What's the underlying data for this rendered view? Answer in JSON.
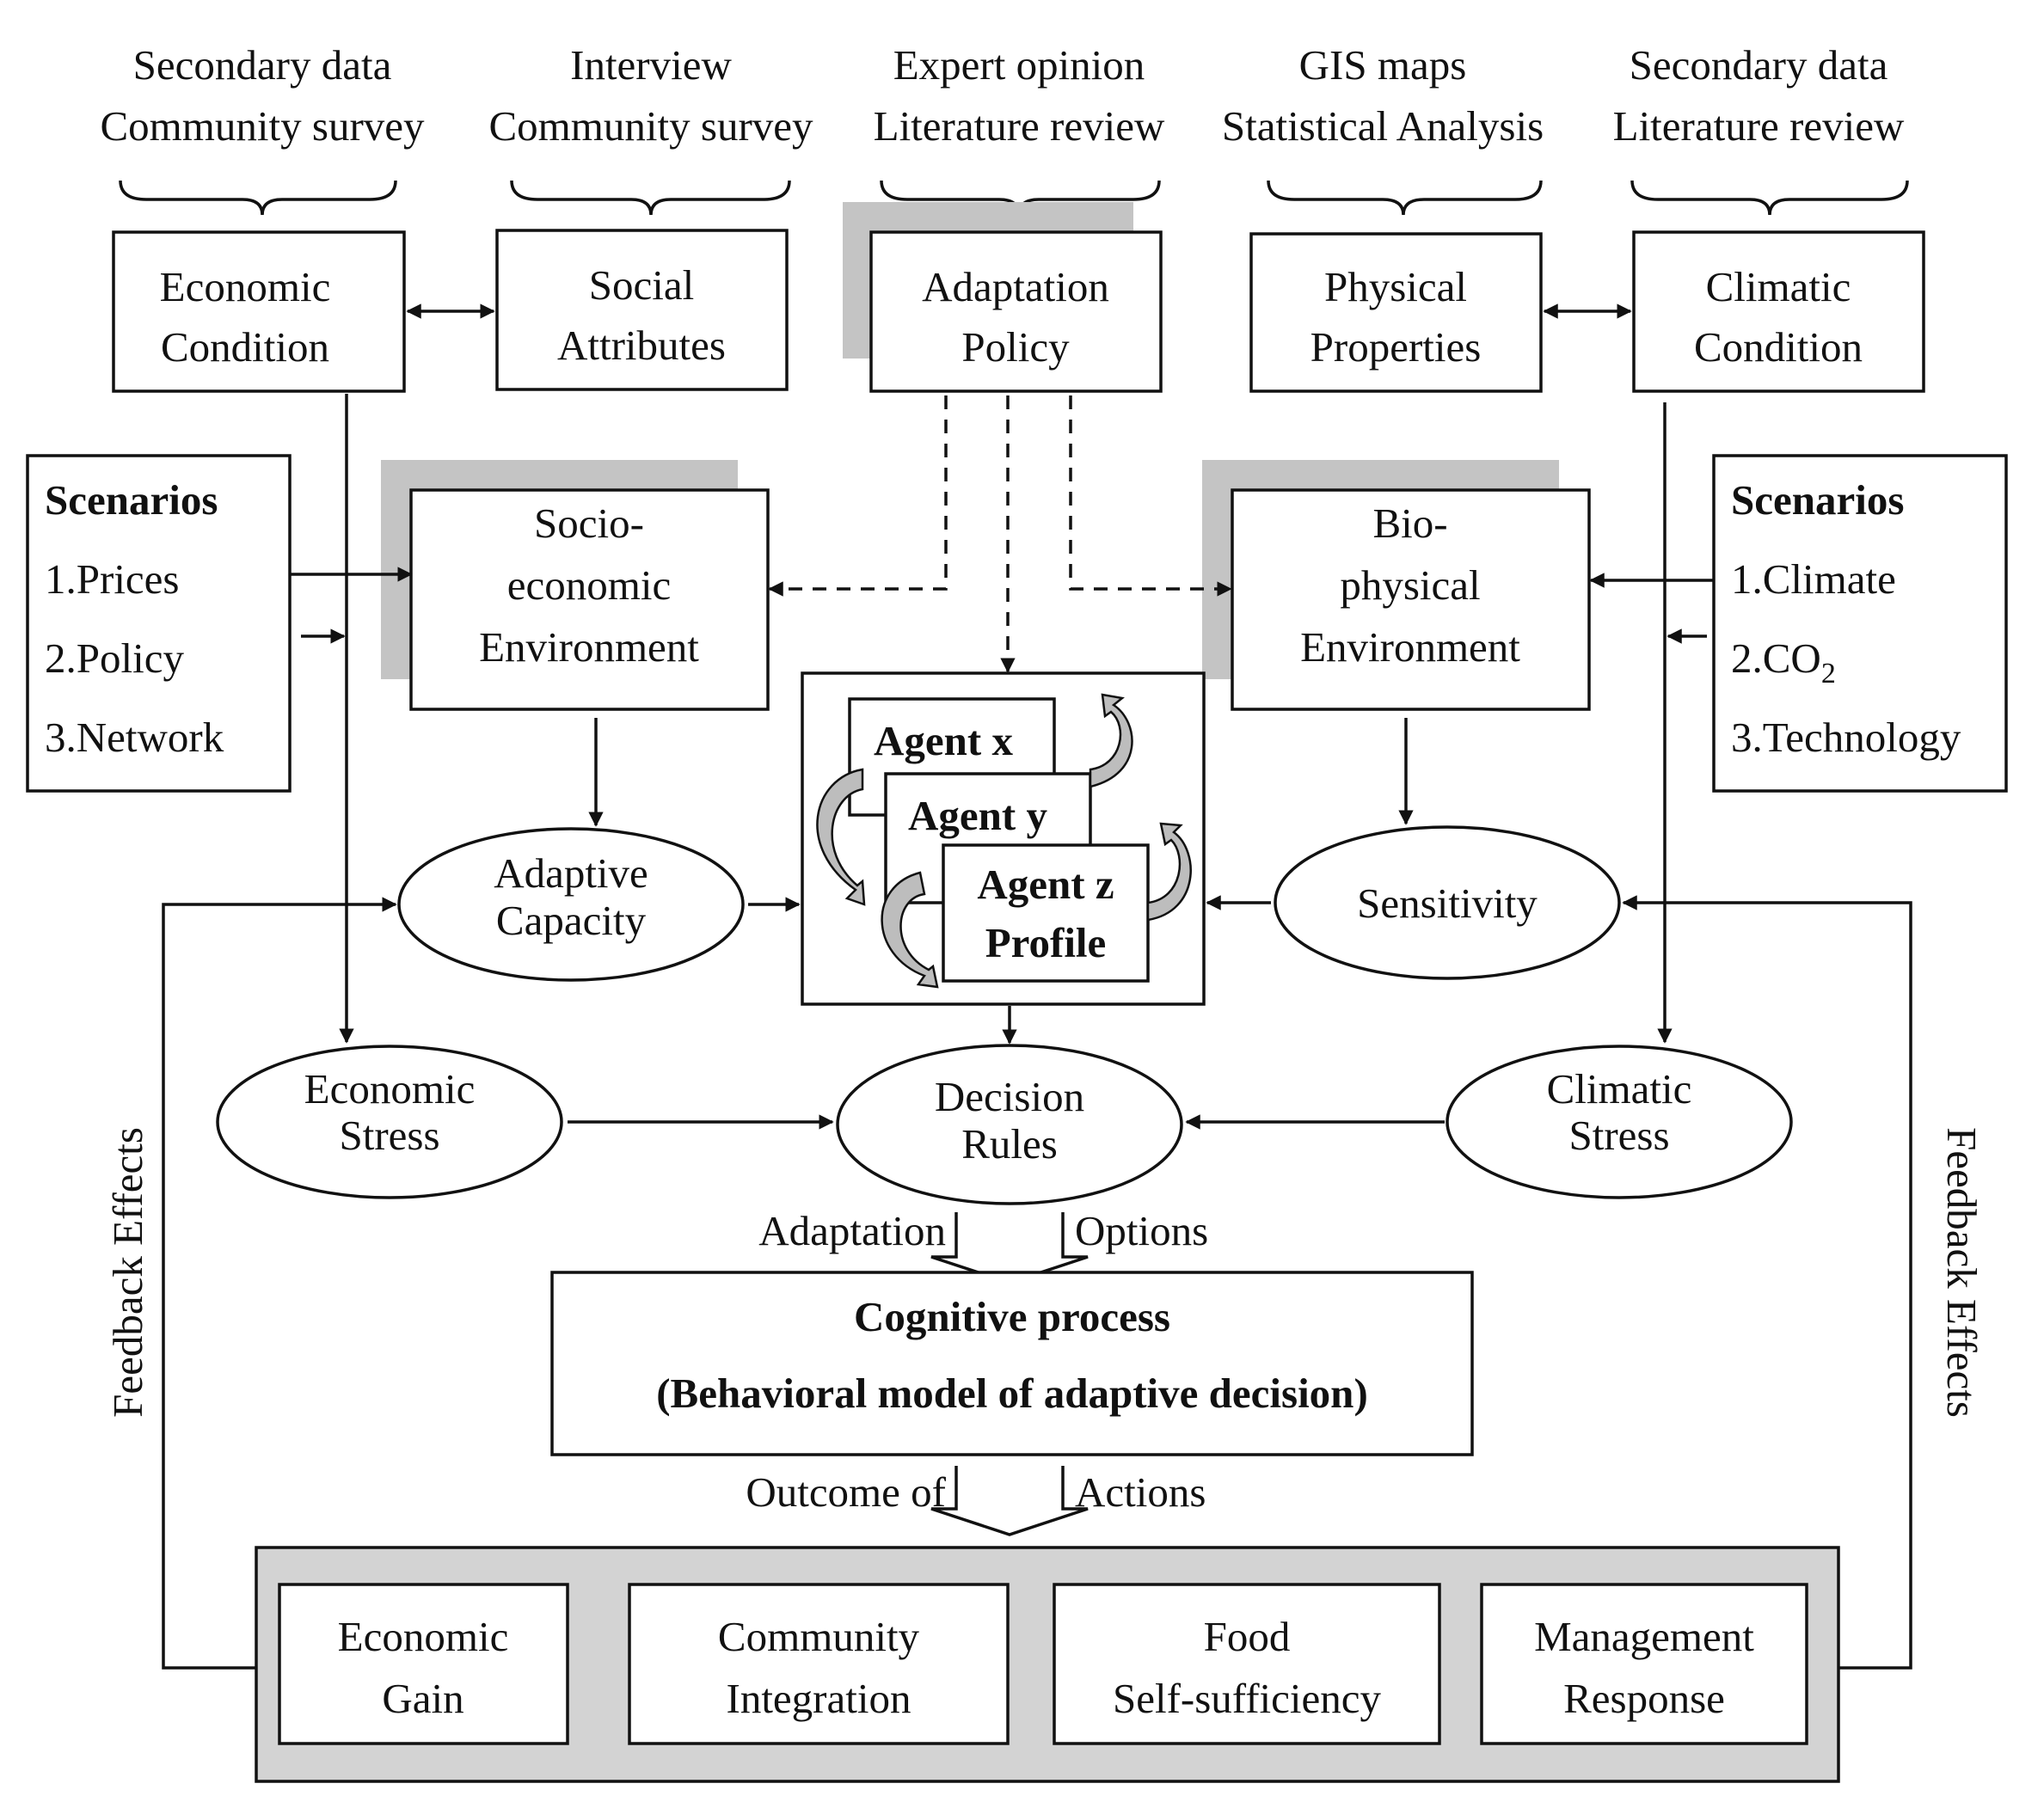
{
  "sources": [
    {
      "line1": "Secondary data",
      "line2": "Community survey"
    },
    {
      "line1": "Interview",
      "line2": "Community survey"
    },
    {
      "line1": "Expert opinion",
      "line2": "Literature review"
    },
    {
      "line1": "GIS maps",
      "line2": "Statistical Analysis"
    },
    {
      "line1": "Secondary data",
      "line2": "Literature review"
    }
  ],
  "top_boxes": [
    {
      "line1": "Economic",
      "line2": "Condition"
    },
    {
      "line1": "Social",
      "line2": "Attributes"
    },
    {
      "line1": "Adaptation",
      "line2": "Policy"
    },
    {
      "line1": "Physical",
      "line2": "Properties"
    },
    {
      "line1": "Climatic",
      "line2": "Condition"
    }
  ],
  "scenarios_left": {
    "title": "Scenarios",
    "items": [
      "1.Prices",
      "2.Policy",
      "3.Network"
    ]
  },
  "scenarios_right": {
    "title": "Scenarios",
    "items": [
      "1.Climate",
      "2.CO",
      "3.Technology"
    ],
    "co2_subscript": "2"
  },
  "socio_env": [
    "Socio-",
    "economic",
    "Environment"
  ],
  "bio_env": [
    "Bio-",
    "physical",
    "Environment"
  ],
  "agents": {
    "x": "Agent x",
    "y": "Agent y",
    "z": "Agent z",
    "z2": "Profile"
  },
  "adaptive_capacity": [
    "Adaptive",
    "Capacity"
  ],
  "sensitivity": "Sensitivity",
  "economic_stress": [
    "Economic",
    "Stress"
  ],
  "decision_rules": [
    "Decision",
    "Rules"
  ],
  "climatic_stress": [
    "Climatic",
    "Stress"
  ],
  "adaptation_options": {
    "left": "Adaptation",
    "right": "Options"
  },
  "cognitive": {
    "line1": "Cognitive process",
    "line2": "(Behavioral model of adaptive decision)"
  },
  "outcome": {
    "left": "Outcome of",
    "right": "Actions"
  },
  "outcomes": [
    {
      "line1": "Economic",
      "line2": "Gain"
    },
    {
      "line1": "Community",
      "line2": "Integration"
    },
    {
      "line1": "Food",
      "line2": "Self-sufficiency"
    },
    {
      "line1": "Management",
      "line2": "Response"
    }
  ],
  "feedback_left": "Feedback Effects",
  "feedback_right": "Feedback Effects",
  "colors": {
    "shadow": "#c4c4c4",
    "outcome_panel": "#d3d3d3",
    "stroke": "#111111"
  }
}
